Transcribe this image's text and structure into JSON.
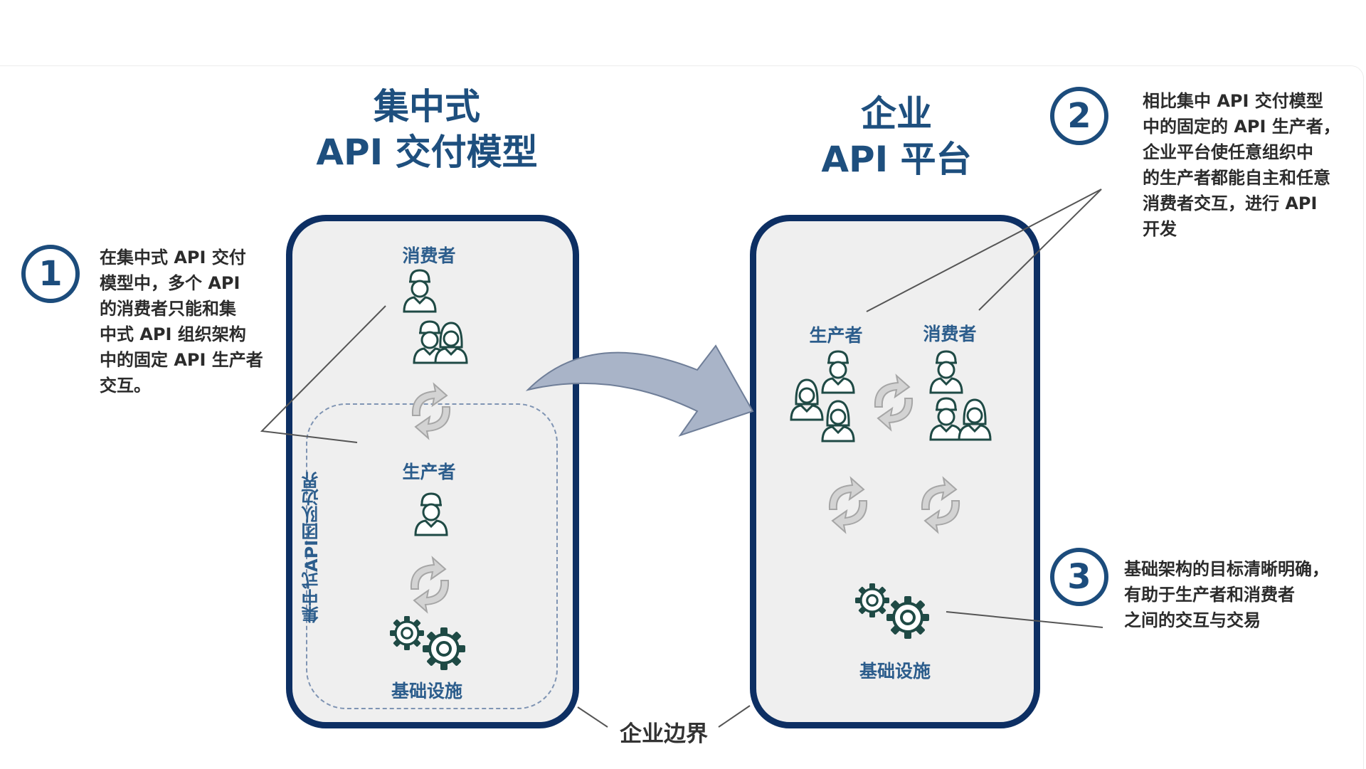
{
  "left_model": {
    "title_line1": "集中式",
    "title_line2": "API 交付模型",
    "consumer_label": "消费者",
    "producer_label": "生产者",
    "infrastructure_label": "基础设施",
    "boundary_label": "集中式API团队边界"
  },
  "right_model": {
    "title_line1": "企业",
    "title_line2": "API 平台",
    "producer_label": "生产者",
    "consumer_label": "消费者",
    "infrastructure_label": "基础设施"
  },
  "enterprise_boundary_label": "企业边界",
  "callouts": [
    {
      "number": "1",
      "lines": [
        "在集中式 API 交付",
        "模型中，多个 API",
        "的消费者只能和集",
        "中式 API 组织架构",
        "中的固定 API 生产者",
        "交互。"
      ]
    },
    {
      "number": "2",
      "lines": [
        "相比集中 API 交付模型",
        "中的固定的 API 生产者，",
        "企业平台使任意组织中",
        "的生产者都能自主和任意",
        "消费者交互，进行 API",
        "开发"
      ]
    },
    {
      "number": "3",
      "lines": [
        "基础架构的目标清晰明确，",
        "有助于生产者和消费者",
        "之间的交互与交易"
      ]
    }
  ],
  "colors": {
    "navy": "#0d2f63",
    "label_blue": "#2c5d8c",
    "panel_fill": "#efefef",
    "person_icon": "#1f4a45",
    "cycle_arrow": "#c9c9c9",
    "big_arrow": "#a9b4c8"
  }
}
